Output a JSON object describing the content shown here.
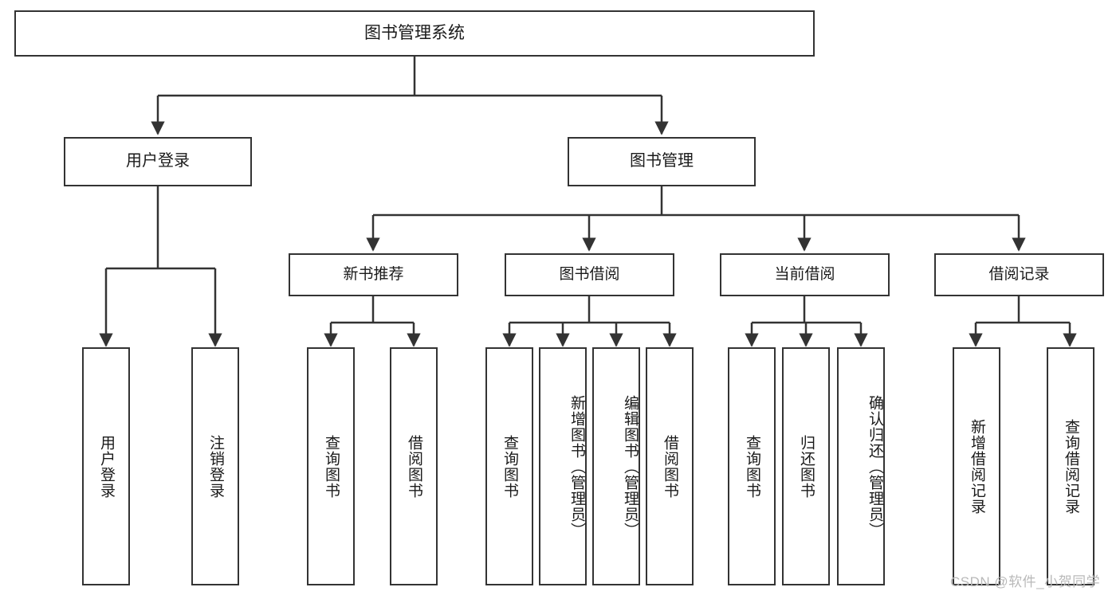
{
  "diagram": {
    "title": "图书管理系统",
    "type": "tree-hierarchy-chart",
    "watermark": "CSDN @软件_小贺同学",
    "colors": {
      "box_border": "#333333",
      "box_fill": "#ffffff",
      "edge": "#333333",
      "text": "#1a1a1a",
      "watermark": "#b9b9b9",
      "background": "#ffffff"
    }
  },
  "nodes": {
    "root": {
      "label": "图书管理系统"
    },
    "level1": [
      {
        "id": "user-login",
        "label": "用户登录"
      },
      {
        "id": "book-manage",
        "label": "图书管理"
      }
    ],
    "level2": [
      {
        "id": "new-book-recommend",
        "label": "新书推荐"
      },
      {
        "id": "book-borrow",
        "label": "图书借阅"
      },
      {
        "id": "current-borrow",
        "label": "当前借阅"
      },
      {
        "id": "borrow-record",
        "label": "借阅记录"
      }
    ],
    "leaves": {
      "user_login": [
        {
          "id": "leaf-user-login",
          "label": "用户登录"
        },
        {
          "id": "leaf-logout-login",
          "label": "注销登录"
        }
      ],
      "new_book_recommend": [
        {
          "id": "leaf-query-book-1",
          "label": "查询图书"
        },
        {
          "id": "leaf-borrow-book-1",
          "label": "借阅图书"
        }
      ],
      "book_borrow": [
        {
          "id": "leaf-query-book-2",
          "label": "查询图书"
        },
        {
          "id": "leaf-add-book",
          "label": "新增图书（管理员）"
        },
        {
          "id": "leaf-edit-book",
          "label": "编辑图书（管理员）"
        },
        {
          "id": "leaf-borrow-book-2",
          "label": "借阅图书"
        }
      ],
      "current_borrow": [
        {
          "id": "leaf-query-book-3",
          "label": "查询图书"
        },
        {
          "id": "leaf-return-book",
          "label": "归还图书"
        },
        {
          "id": "leaf-confirm-return",
          "label": "确认归还（管理员）"
        }
      ],
      "borrow_record": [
        {
          "id": "leaf-add-record",
          "label": "新增借阅记录"
        },
        {
          "id": "leaf-query-record",
          "label": "查询借阅记录"
        }
      ]
    }
  }
}
